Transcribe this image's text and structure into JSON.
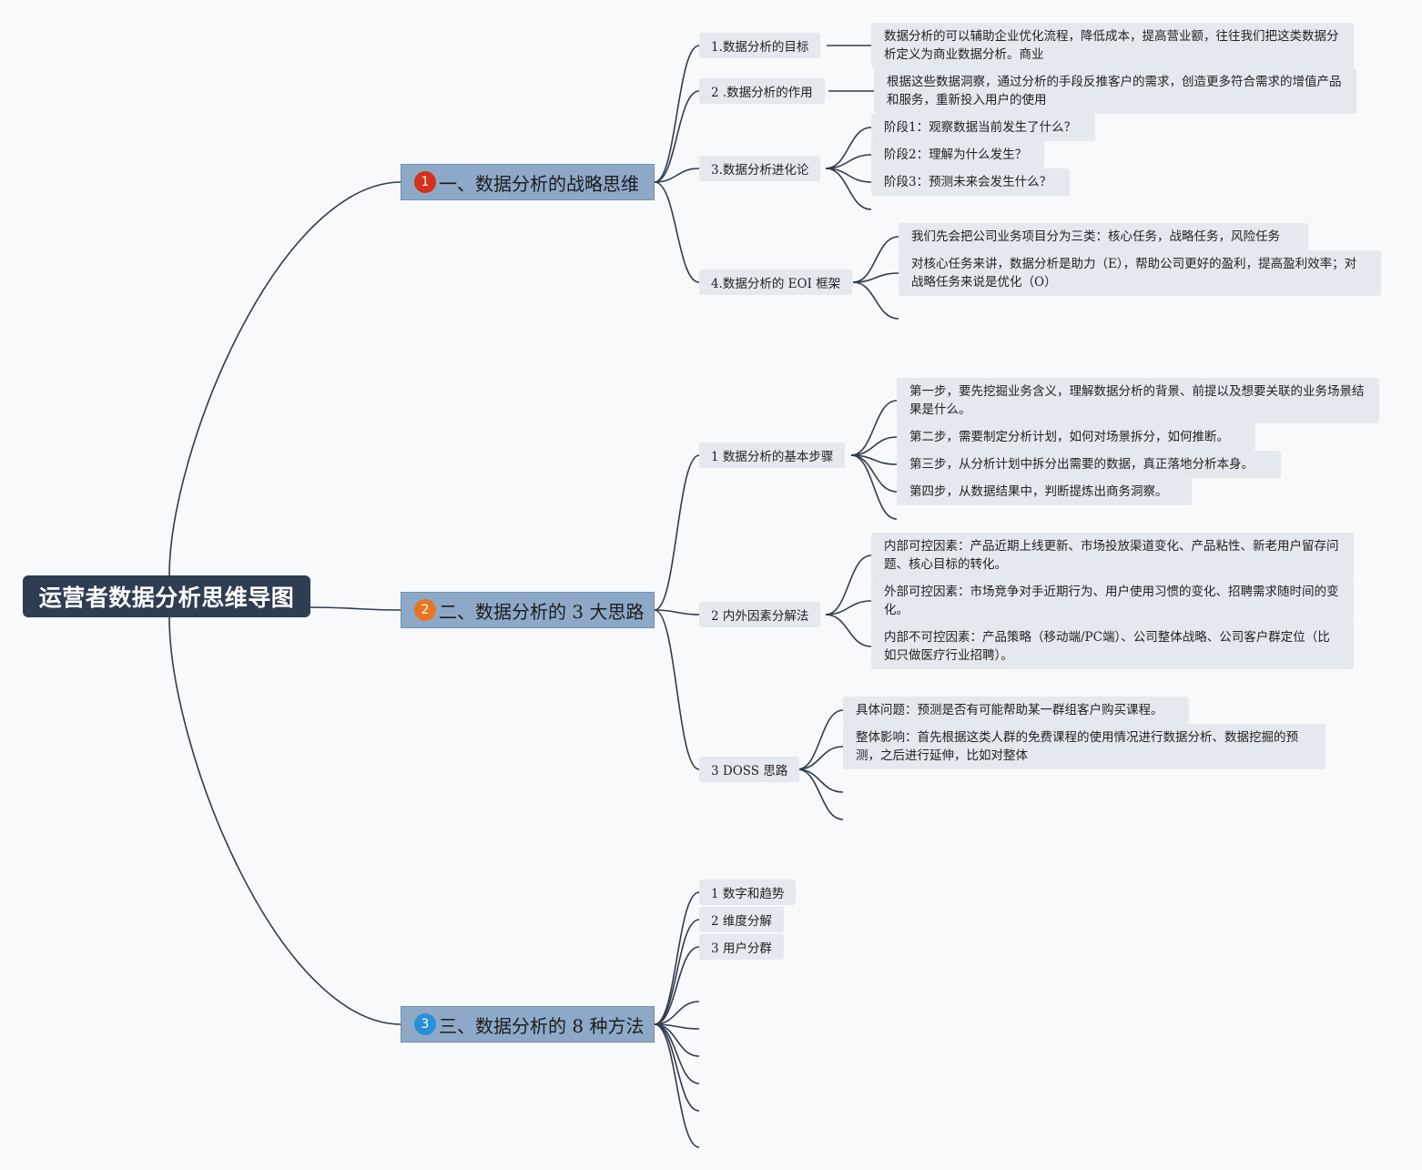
{
  "title": "运营者数据分析思维导图",
  "colors": {
    "line": "#2f3c4f",
    "badge1": "#d6301c",
    "badge2": "#e97521",
    "badge3": "#2b8fd8"
  },
  "branches": [
    {
      "badge": "1",
      "label": "一、数据分析的战略思维",
      "children": [
        {
          "label": "1.数据分析的目标",
          "children": [
            "数据分析的可以辅助企业优化流程，降低成本，提高营业额，往往我们把这类数据分析定义为商业数据分析。商业"
          ]
        },
        {
          "label": "2 .数据分析的作用",
          "children": [
            "根据这些数据洞察，通过分析的手段反推客户的需求，创造更多符合需求的增值产品和服务，重新投入用户的使用"
          ]
        },
        {
          "label": "3.数据分析进化论",
          "children": [
            "阶段1：观察数据当前发生了什么？",
            "阶段2：理解为什么发生？",
            "阶段3：预测未来会发生什么？"
          ]
        },
        {
          "label": "4.数据分析的 EOI 框架",
          "children": [
            "我们先会把公司业务项目分为三类：核心任务，战略任务，风险任务",
            "对核心任务来讲，数据分析是助力（E），帮助公司更好的盈利，提高盈利效率；对战略任务来说是优化（O）"
          ]
        }
      ]
    },
    {
      "badge": "2",
      "label": "二、数据分析的 3 大思路",
      "children": [
        {
          "label": "1 数据分析的基本步骤",
          "children": [
            "第一步，要先挖掘业务含义，理解数据分析的背景、前提以及想要关联的业务场景结果是什么。",
            "第二步，需要制定分析计划，如何对场景拆分，如何推断。",
            "第三步，从分析计划中拆分出需要的数据，真正落地分析本身。",
            "第四步，从数据结果中，判断提炼出商务洞察。"
          ]
        },
        {
          "label": "2 内外因素分解法",
          "children": [
            "内部可控因素：产品近期上线更新、市场投放渠道变化、产品粘性、新老用户留存问题、核心目标的转化。",
            "外部可控因素：市场竞争对手近期行为、用户使用习惯的变化、招聘需求随时间的变化。",
            "内部不可控因素：产品策略（移动端/PC端）、公司整体战略、公司客户群定位（比如只做医疗行业招聘）。"
          ]
        },
        {
          "label": "3 DOSS 思路",
          "children": [
            "具体问题：预测是否有可能帮助某一群组客户购买课程。",
            "整体影响：首先根据这类人群的免费课程的使用情况进行数据分析、数据挖掘的预测，之后进行延伸，比如对整体"
          ]
        }
      ]
    },
    {
      "badge": "3",
      "label": "三、数据分析的 8 种方法",
      "children": [
        {
          "label": "1 数字和趋势"
        },
        {
          "label": "2 维度分解"
        },
        {
          "label": "3 用户分群"
        }
      ]
    }
  ]
}
